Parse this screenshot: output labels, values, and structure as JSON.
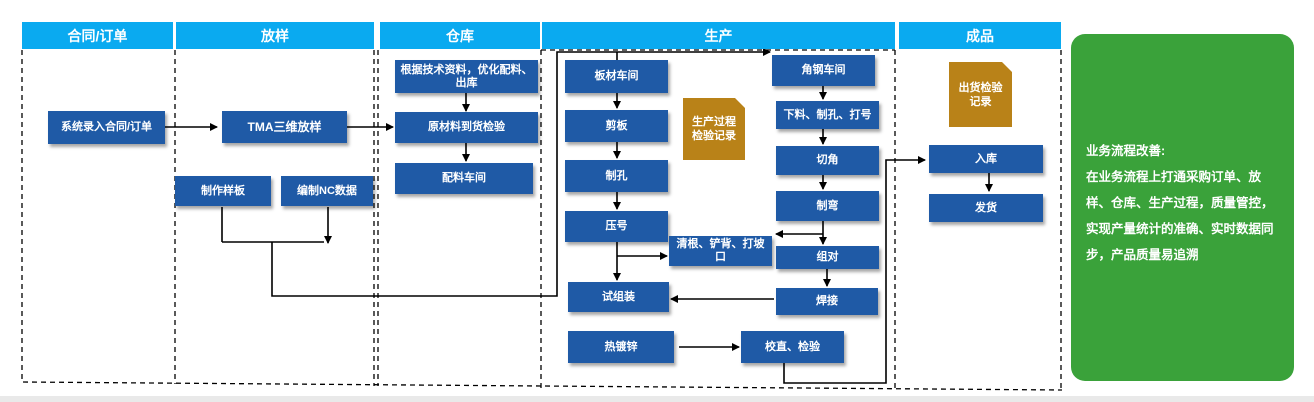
{
  "columns": {
    "contract": "合同/订单",
    "lofting": "放样",
    "warehouse": "仓库",
    "production": "生产",
    "finished": "成品"
  },
  "nodes": {
    "order_entry": "系统录入合同/订单",
    "tma_lofting": "TMA三维放样",
    "make_template": "制作样板",
    "nc_data": "编制NC数据",
    "tech_docs": "根据技术资料，优化配料、出库",
    "material_inspection": "原材料到货检验",
    "batching_workshop": "配料车间",
    "plate_workshop": "板材车间",
    "shearing": "剪板",
    "hole_making": "制孔",
    "stamping": "压号",
    "trial_assembly": "试组装",
    "galvanizing": "热镀锌",
    "straightening": "校直、检验",
    "angle_workshop": "角钢车间",
    "cut_drill_mark": "下料、制孔、打号",
    "corner_cut": "切角",
    "bending": "制弯",
    "cleaning": "清根、铲背、打坡口",
    "group_pair": "组对",
    "welding": "焊接",
    "storage_in": "入库",
    "shipping": "发货"
  },
  "documents": {
    "production_record": "生产过程检验记录",
    "shipping_record": "出货检验记录"
  },
  "improvement": {
    "title": "业务流程改善:",
    "body": "在业务流程上打通采购订单、放样、仓库、生产过程，质量管控，实现产量统计的准确、实时数据同步，产品质量易追溯"
  },
  "colors": {
    "header": "#0aaaf0",
    "process_box": "#1f5aa6",
    "document": "#b98218",
    "improvement_panel": "#3aa23a"
  }
}
